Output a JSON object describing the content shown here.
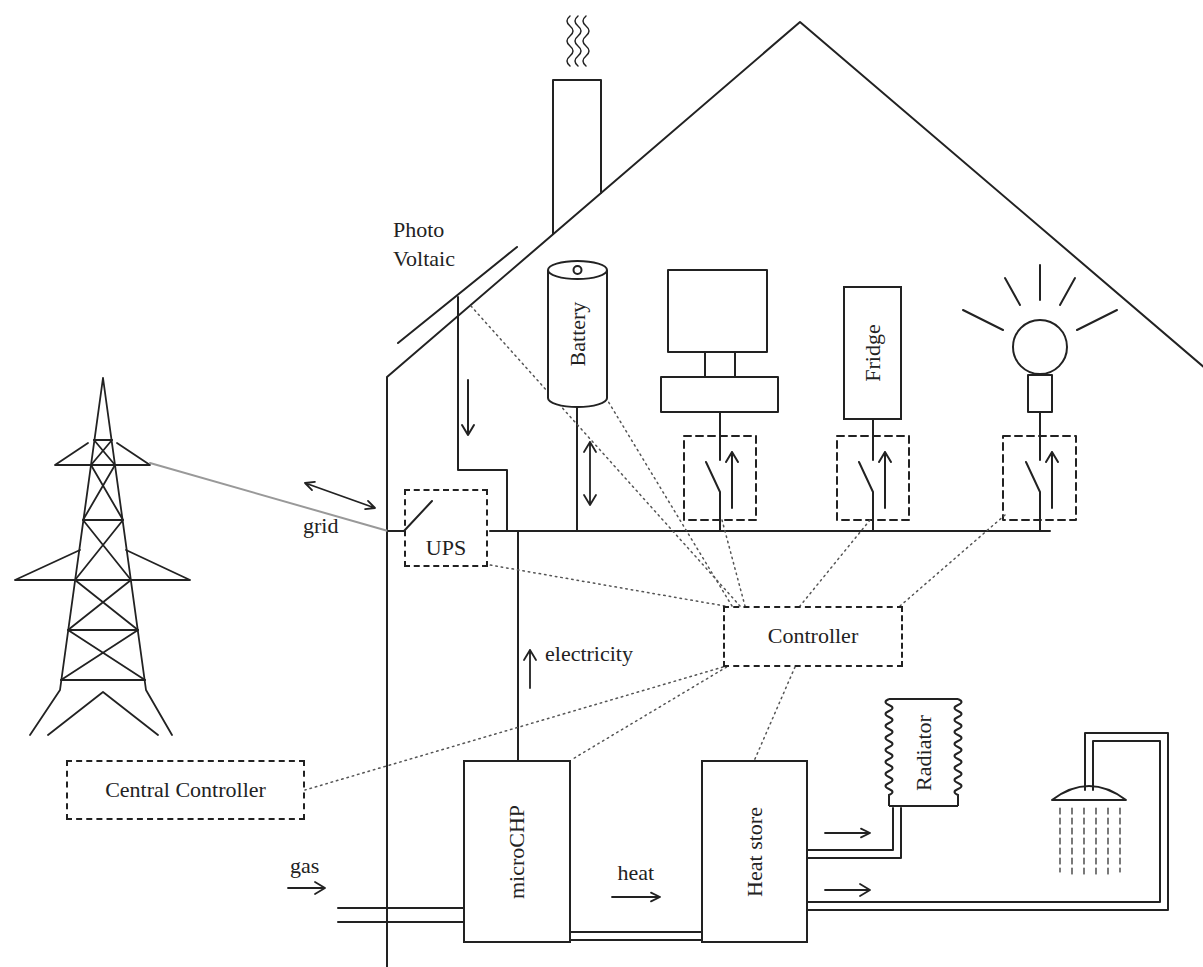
{
  "diagram": {
    "nodes": [
      {
        "text": [
          "Battery"
        ]
      },
      {
        "text": [
          "Fridge"
        ]
      },
      {
        "text": [
          "UPS"
        ]
      },
      {
        "text": [
          "Controller"
        ]
      },
      {
        "text": [
          "Radiator"
        ]
      },
      {
        "text": [
          "Central Controller"
        ]
      },
      {
        "text": [
          "microCHP"
        ]
      },
      {
        "text": [
          "Heat store"
        ]
      }
    ],
    "edges": [
      {
        "from": 3,
        "to": 5,
        "arrow": "none"
      },
      {
        "from": 3,
        "to": 2,
        "arrow": "none"
      },
      {
        "from": 3,
        "to": 6,
        "arrow": "none"
      },
      {
        "from": 3,
        "to": 7,
        "arrow": "none"
      },
      {
        "from": 3,
        "to": 0,
        "arrow": "none"
      },
      {
        "from": 6,
        "to": 7,
        "label": "heat",
        "arrow": "to"
      },
      {
        "from": 7,
        "to": 4,
        "arrow": "to"
      }
    ],
    "labels": [
      "Photo Voltaic",
      "grid",
      "electricity",
      "gas"
    ]
  }
}
